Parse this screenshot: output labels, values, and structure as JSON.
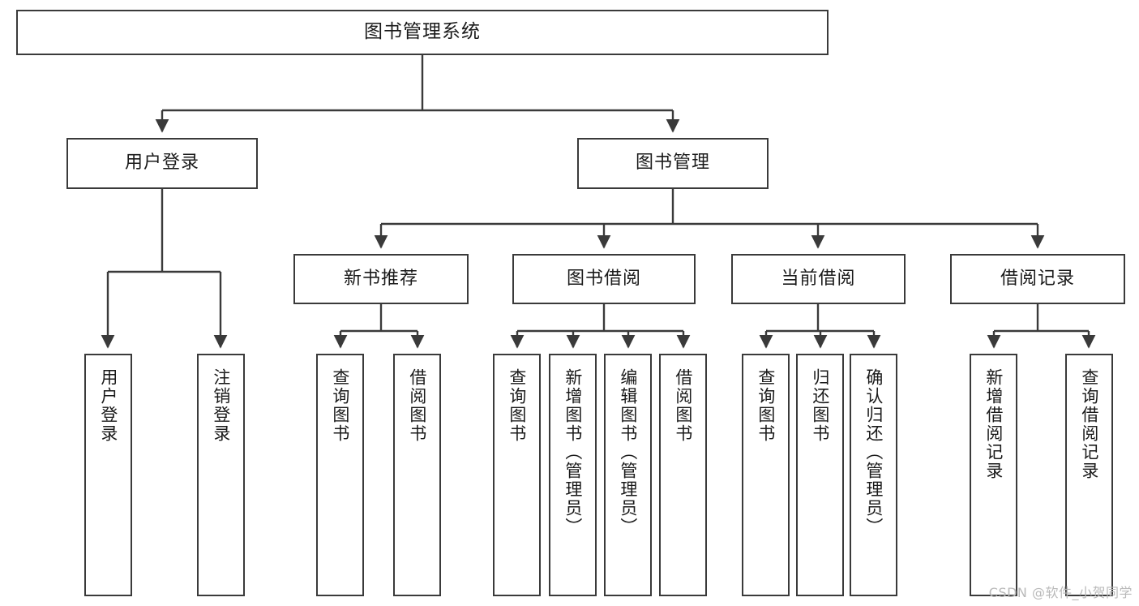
{
  "diagram": {
    "type": "tree-hierarchy-chart",
    "title": "图书管理系统",
    "watermark": "CSDN @软件_小贺同学",
    "colors": {
      "box_border": "#3a3a3a",
      "box_fill": "#ffffff",
      "connector": "#3a3a3a",
      "text": "#1a1a1a",
      "watermark": "#b9b9b9",
      "background": "#ffffff"
    },
    "root": {
      "label": "图书管理系统"
    },
    "level2": [
      {
        "label": "用户登录"
      },
      {
        "label": "图书管理"
      }
    ],
    "level3": [
      {
        "label": "新书推荐"
      },
      {
        "label": "图书借阅"
      },
      {
        "label": "当前借阅"
      },
      {
        "label": "借阅记录"
      }
    ],
    "leaves": {
      "user_login": [
        {
          "label": "用户登录"
        },
        {
          "label": "注销登录"
        }
      ],
      "new_book_recommend": [
        {
          "label": "查询图书"
        },
        {
          "label": "借阅图书"
        }
      ],
      "book_borrow": [
        {
          "label": "查询图书"
        },
        {
          "label": "新增图书（管理员）"
        },
        {
          "label": "编辑图书（管理员）"
        },
        {
          "label": "借阅图书"
        }
      ],
      "current_borrow": [
        {
          "label": "查询图书"
        },
        {
          "label": "归还图书"
        },
        {
          "label": "确认归还（管理员）"
        }
      ],
      "borrow_record": [
        {
          "label": "新增借阅记录"
        },
        {
          "label": "查询借阅记录"
        }
      ]
    }
  }
}
